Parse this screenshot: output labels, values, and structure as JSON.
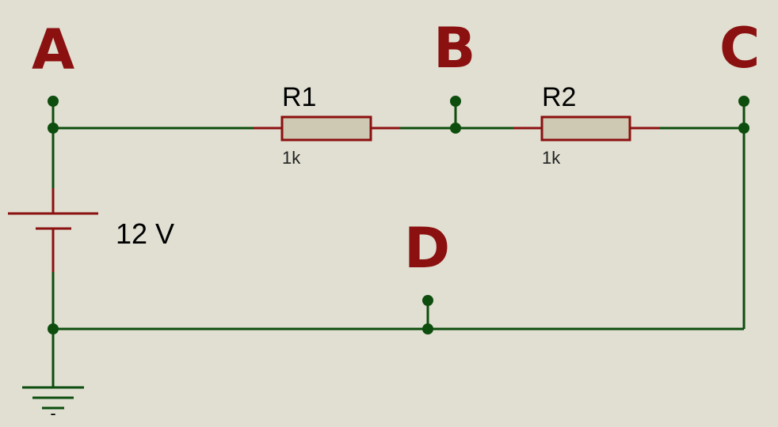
{
  "nodes": {
    "a": "A",
    "b": "B",
    "c": "C",
    "d": "D"
  },
  "resistors": [
    {
      "ref": "R1",
      "value": "1k"
    },
    {
      "ref": "R2",
      "value": "1k"
    }
  ],
  "battery": {
    "voltage": "12 V"
  },
  "ground": {
    "symbol": "-"
  },
  "colors": {
    "background": "#e0dfd2",
    "wire": "#0d4d0d",
    "component": "#8b1010",
    "resistor_fill": "#cdc9b2"
  }
}
